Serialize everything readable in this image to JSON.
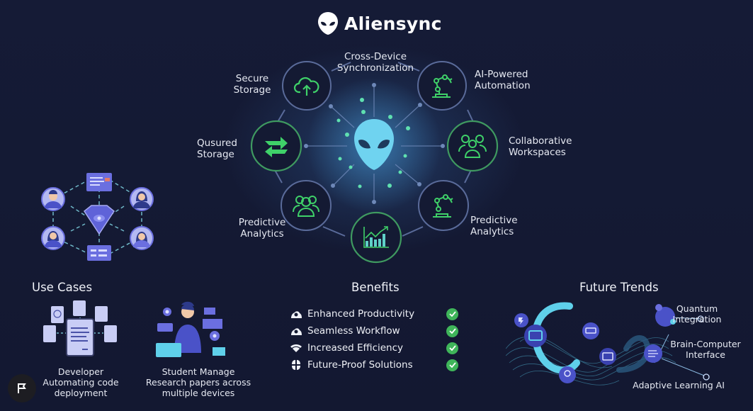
{
  "header": {
    "brand": "Aliensync",
    "logo_icon": "alien-head-icon"
  },
  "hub": {
    "center_icon": "alien-head-icon",
    "nodes": [
      {
        "label_line1": "Cross-Device",
        "label_line2": "Synchronization",
        "icon": "none"
      },
      {
        "label_line1": "Secure",
        "label_line2": "Storage",
        "icon": "cloud-upload-icon"
      },
      {
        "label_line1": "AI-Powered",
        "label_line2": "Automation",
        "icon": "robot-arm-icon"
      },
      {
        "label_line1": "Qusured",
        "label_line2": "Storage",
        "icon": "sync-arrows-icon"
      },
      {
        "label_line1": "Collaborative",
        "label_line2": "Workspaces",
        "icon": "team-icon"
      },
      {
        "label_line1": "Predictive",
        "label_line2": "Analytics",
        "icon": "users-icon"
      },
      {
        "label_line1": "Predictive",
        "label_line2": "Analytics",
        "icon": "robot-arm-icon"
      },
      {
        "label_line1": "",
        "label_line2": "",
        "icon": "bar-chart-icon"
      }
    ]
  },
  "use_cases": {
    "heading": "Use Cases",
    "items": [
      {
        "line1": "Developer",
        "line2": "Automating code",
        "line3": "deployment"
      },
      {
        "line1": "Student Manage",
        "line2": "Research papers across",
        "line3": "multiple devices"
      }
    ]
  },
  "benefits": {
    "heading": "Benefits",
    "items": [
      {
        "label": "Enhanced Productivity",
        "icon": "cloud-person-icon",
        "checked": true
      },
      {
        "label": "Seamless Workflow",
        "icon": "cloud-person-icon",
        "checked": true
      },
      {
        "label": "Increased Efficiency",
        "icon": "wifi-icon",
        "checked": true
      },
      {
        "label": "Future-Proof Solutions",
        "icon": "grid-icon",
        "checked": true
      }
    ]
  },
  "future_trends": {
    "heading": "Future Trends",
    "items": [
      {
        "line1": "Quantum",
        "line2": "Integration"
      },
      {
        "line1": "Brain-Computer",
        "line2": "Interface"
      },
      {
        "line1": "Adaptive Learning AI",
        "line2": ""
      }
    ]
  },
  "colors": {
    "background": "#141a33",
    "accent_green": "#3fd169",
    "accent_cyan": "#5fd0ea",
    "ring_blue": "#5a6b9a",
    "check_green": "#3fb55a",
    "avatar_purple": "#6b6fe0"
  },
  "floating_button": {
    "icon": "flag-icon"
  }
}
